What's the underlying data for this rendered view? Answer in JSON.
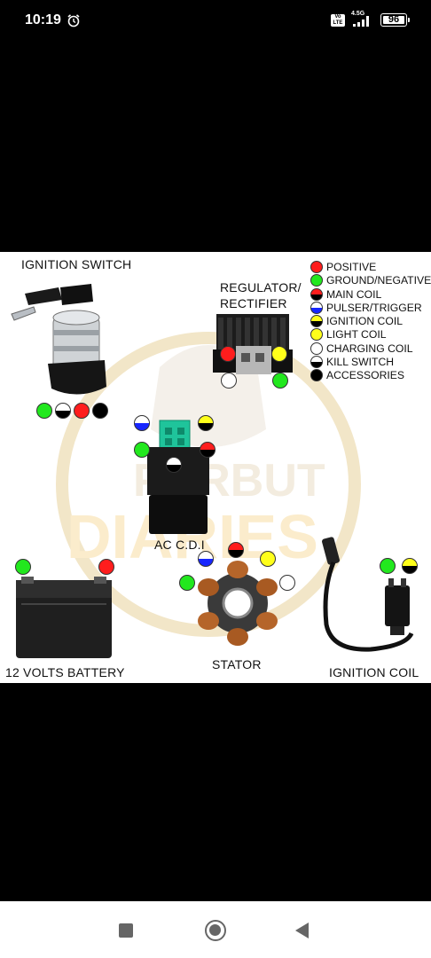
{
  "status_bar": {
    "time": "10:19",
    "volte": "Vo\nLTE",
    "network": "4.5G",
    "battery": "96"
  },
  "labels": {
    "ignition_switch": "IGNITION SWITCH",
    "regulator_line1": "REGULATOR/",
    "regulator_line2": "RECTIFIER",
    "ac_cdi": "AC C.D.I",
    "battery": "12 VOLTS BATTERY",
    "stator": "STATOR",
    "ignition_coil": "IGNITION COIL"
  },
  "legend": [
    {
      "color": "red",
      "label": "POSITIVE"
    },
    {
      "color": "green",
      "label": "GROUND/NEGATIVE"
    },
    {
      "color": "red-black",
      "label": "MAIN COIL"
    },
    {
      "color": "white-blue",
      "label": "PULSER/TRIGGER"
    },
    {
      "color": "yellow-black",
      "label": "IGNITION COIL"
    },
    {
      "color": "yellow",
      "label": "LIGHT COIL"
    },
    {
      "color": "white",
      "label": "CHARGING COIL"
    },
    {
      "color": "white-black",
      "label": "KILL SWITCH"
    },
    {
      "color": "black",
      "label": "ACCESSORIES"
    }
  ],
  "colors": {
    "red": "#ff1d1d",
    "green": "#22e81e",
    "yellow": "#ffff1a",
    "blue": "#1726ff",
    "black": "#000000",
    "white": "#ffffff"
  }
}
